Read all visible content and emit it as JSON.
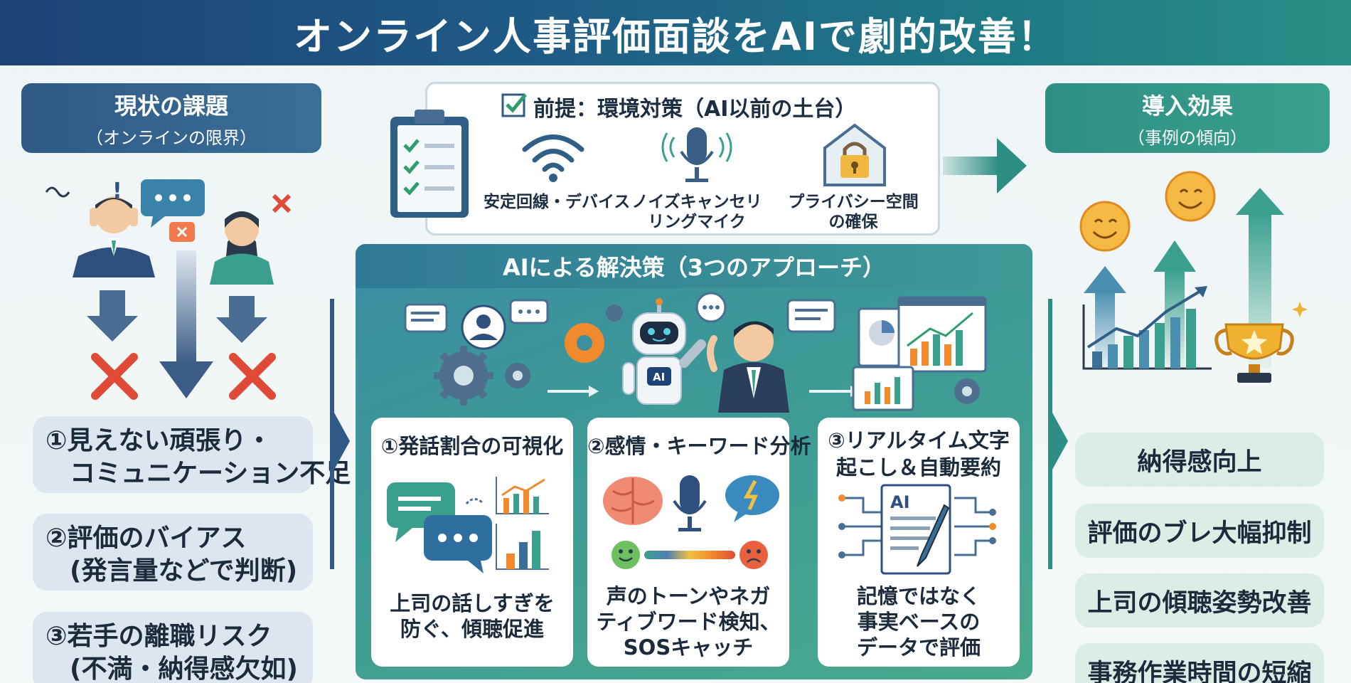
{
  "title": "オンライン人事評価面談をAIで劇的改善！",
  "left": {
    "header_title": "現状の課題",
    "header_subtitle": "（オンラインの限界）",
    "problems": [
      {
        "line1": "①見えない頑張り・",
        "line2": "コミュニケーション不足"
      },
      {
        "line1": "②評価のバイアス",
        "line2": "(発言量などで判断)"
      },
      {
        "line1": "③若手の離職リスク",
        "line2": "(不満・納得感欠如)"
      }
    ]
  },
  "premise": {
    "title": "前提：環境対策（AI以前の土台）",
    "items": [
      {
        "icon": "wifi-icon",
        "line1": "安定回線・デバイス",
        "line2": ""
      },
      {
        "icon": "microphone-icon",
        "line1": "ノイズキャンセリ",
        "line2": "リングマイク"
      },
      {
        "icon": "lock-icon",
        "line1": "プライバシー空間",
        "line2": "の確保"
      }
    ]
  },
  "solution": {
    "title": "AIによる解決策（3つのアプローチ）",
    "robot_chest_label": "AI",
    "doc_label": "AI",
    "cards": [
      {
        "title1": "①発話割合の可視化",
        "title2": "",
        "desc1": "上司の話しすぎを",
        "desc2": "防ぐ、傾聴促進",
        "desc3": ""
      },
      {
        "title1": "②感情・キーワード分析",
        "title2": "",
        "desc1": "声のトーンやネガ",
        "desc2": "ティブワード検知、",
        "desc3": "SOSキャッチ"
      },
      {
        "title1": "③リアルタイム文字",
        "title2": "起こし＆自動要約",
        "desc1": "記憶ではなく",
        "desc2": "事実ベースの",
        "desc3": "データで評価"
      }
    ]
  },
  "right": {
    "header_title": "導入効果",
    "header_subtitle": "（事例の傾向）",
    "effects": [
      "納得感向上",
      "評価のブレ大幅抑制",
      "上司の傾聴姿勢改善",
      "事務作業時間の短縮"
    ]
  },
  "colors": {
    "title_bg_start": "#1d4276",
    "title_bg_end": "#2a8f86",
    "left_header": "#2f5a86",
    "right_header": "#2d8f84",
    "problem_box": "#dde5ee",
    "effect_box": "#dbeee6",
    "red_cross": "#e04b37",
    "check_green": "#2e9e6e"
  }
}
